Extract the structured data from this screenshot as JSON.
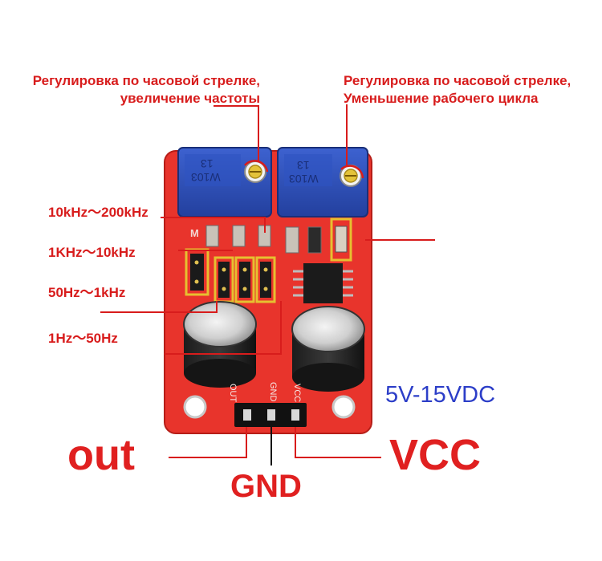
{
  "annotations": {
    "left_note": [
      "Регулировка по часовой стрелке,",
      "увеличение частоты"
    ],
    "right_note": [
      "Регулировка по часовой стрелке,",
      "Уменьшение рабочего цикла"
    ]
  },
  "ranges": [
    "10kHz～200kHz",
    "1KHz～10kHz",
    "50Hz～1kHz",
    "1Hz～50Hz"
  ],
  "board": {
    "pot_marking_1": "13",
    "pot_marking_2": "W103",
    "silk_pins": [
      "OUT",
      "GND",
      "VCC"
    ],
    "silk_partial": "M"
  },
  "voltage": "5V-15VDC",
  "pins": {
    "out": "out",
    "gnd": "GND",
    "vcc": "VCC"
  },
  "colors": {
    "accent_red": "#d81c1c",
    "board_red": "#e8342c",
    "voltage_blue": "#2c3ec8",
    "pot_blue": "#2c4fb8"
  }
}
